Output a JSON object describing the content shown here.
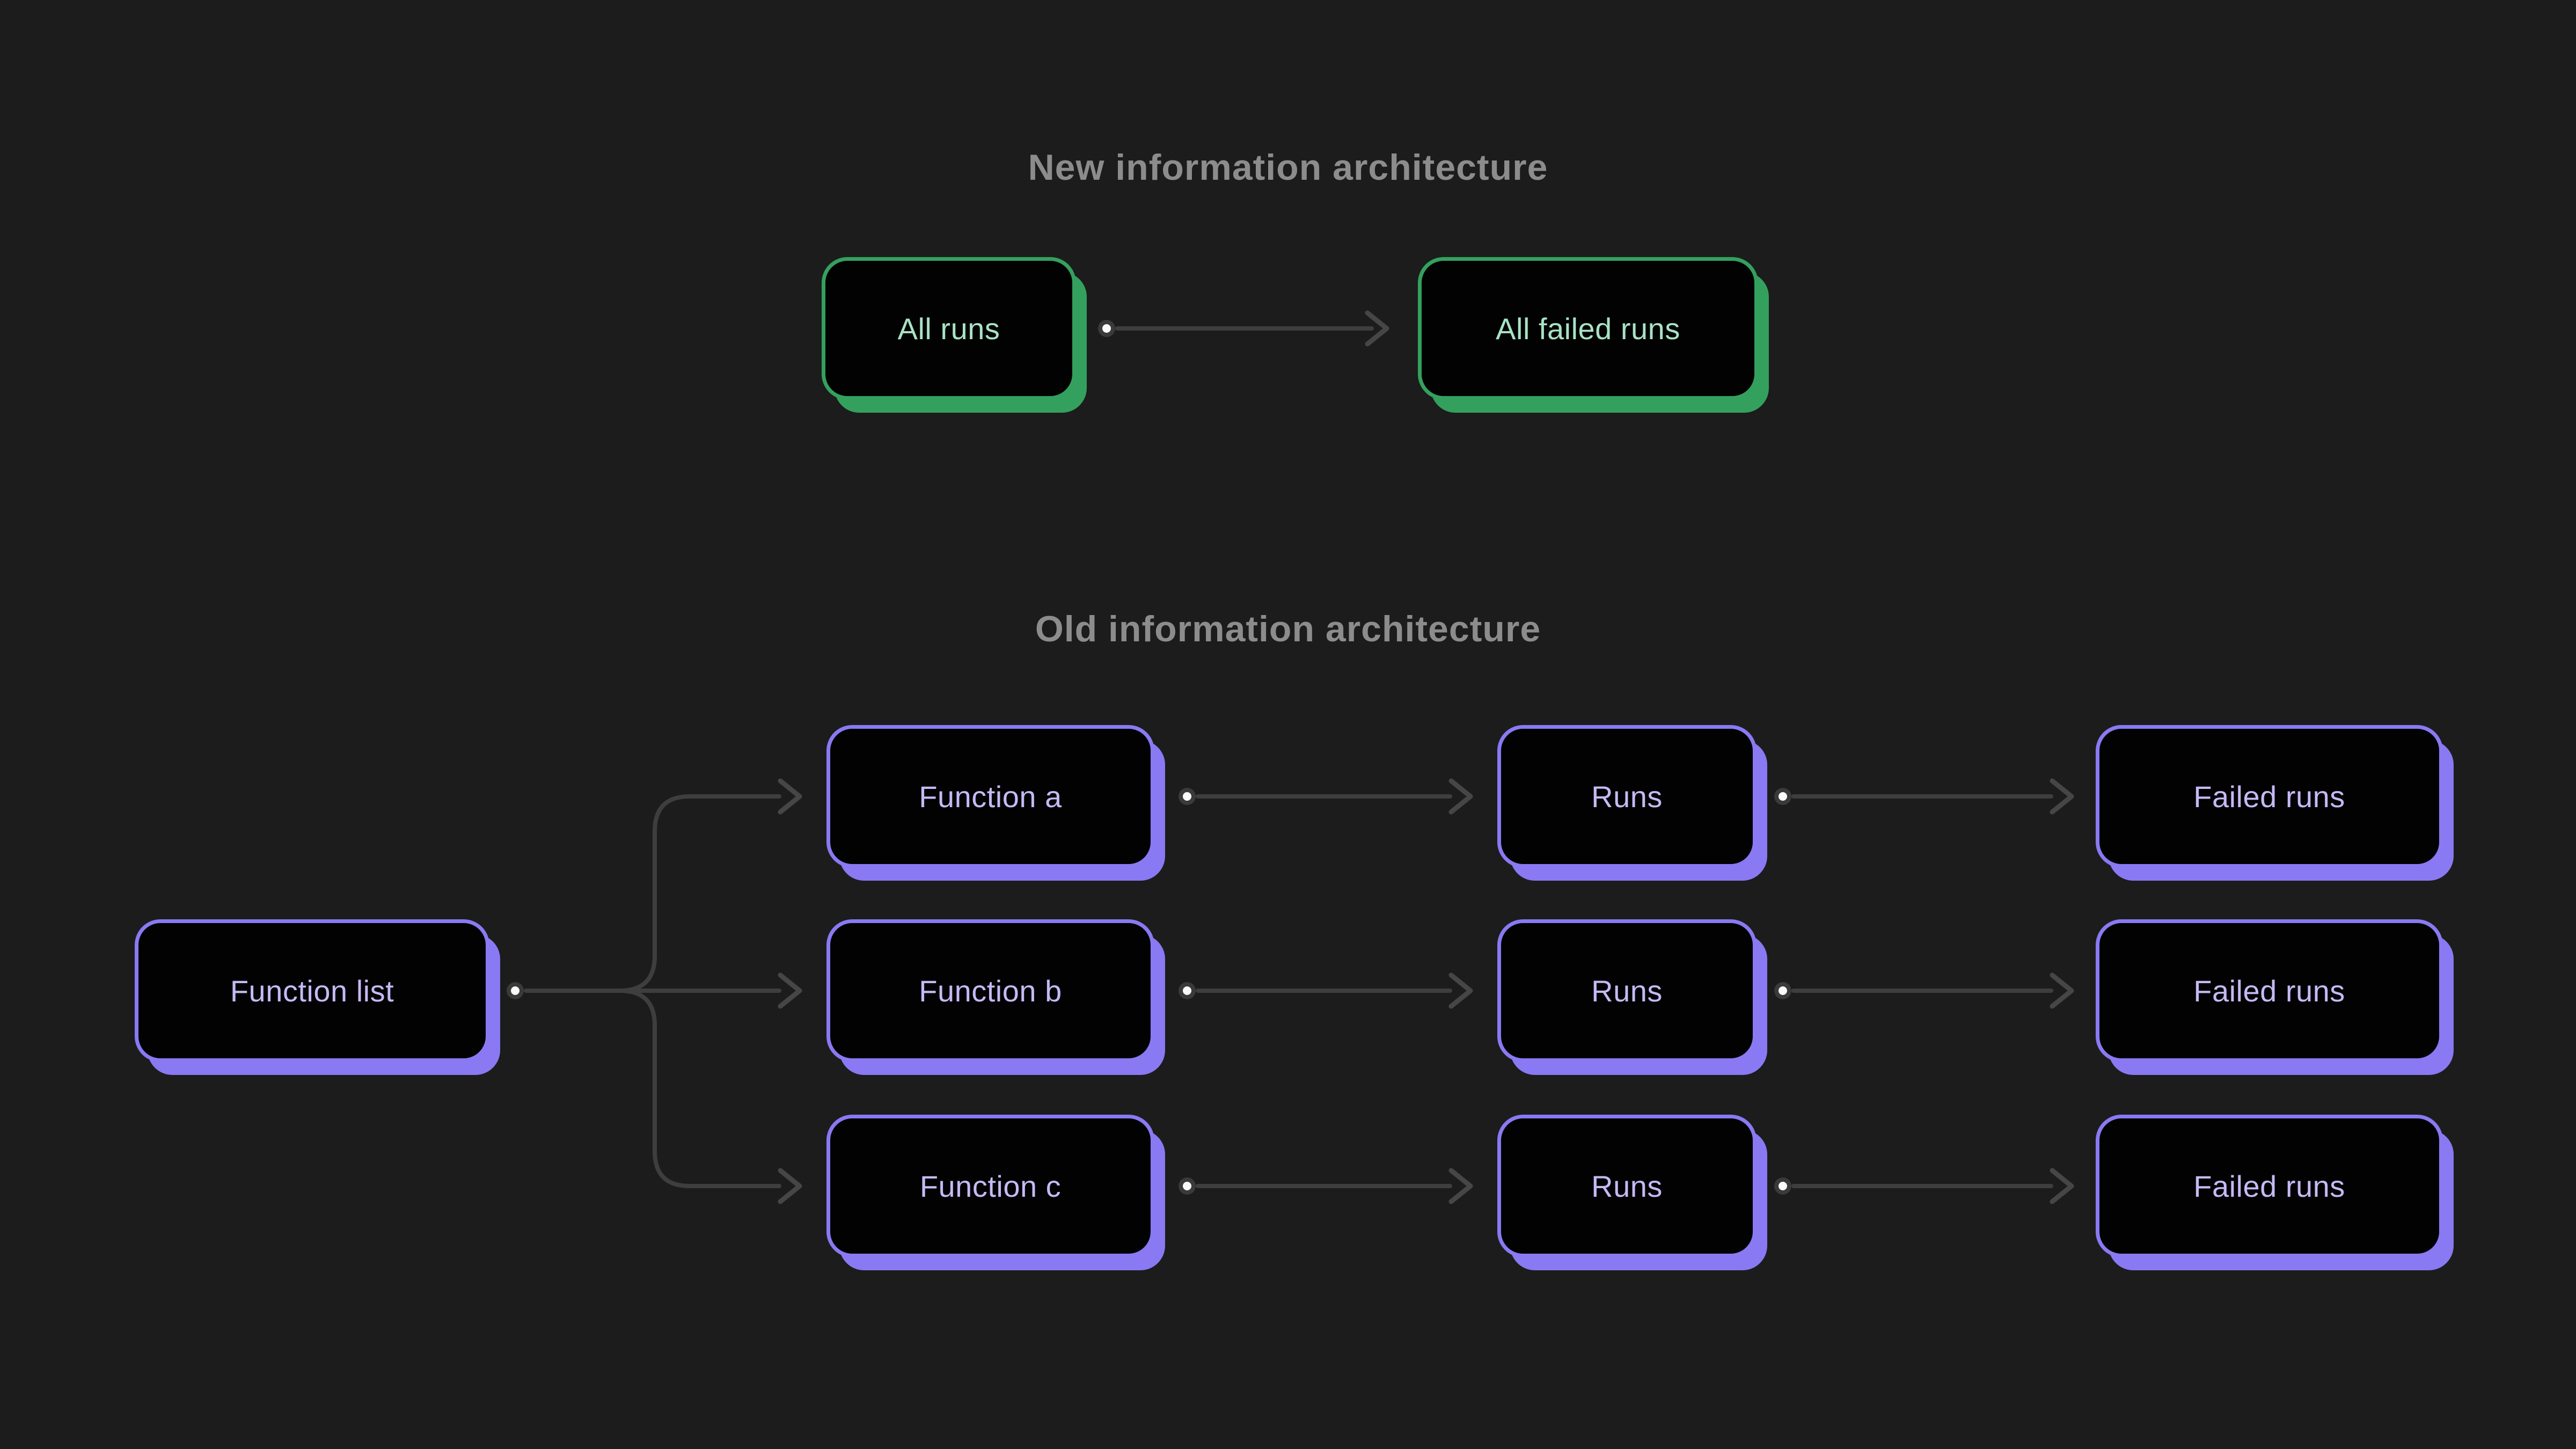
{
  "new_section": {
    "title": "New information architecture",
    "nodes": {
      "all_runs": "All runs",
      "all_failed_runs": "All failed runs"
    }
  },
  "old_section": {
    "title": "Old information architecture",
    "nodes": {
      "function_list": "Function list",
      "function_a": "Function a",
      "function_b": "Function b",
      "function_c": "Function c",
      "runs": "Runs",
      "failed_runs": "Failed runs"
    }
  },
  "colors": {
    "background": "#1c1c1c",
    "node_fill": "#020203",
    "green_accent": "#34a05e",
    "green_text": "#a9e2c4",
    "purple_accent": "#8979f2",
    "purple_text": "#c6b9f4",
    "connector_line": "#3e3e3e",
    "title_text": "#8c8c8c",
    "dot_core": "#fafafa"
  }
}
